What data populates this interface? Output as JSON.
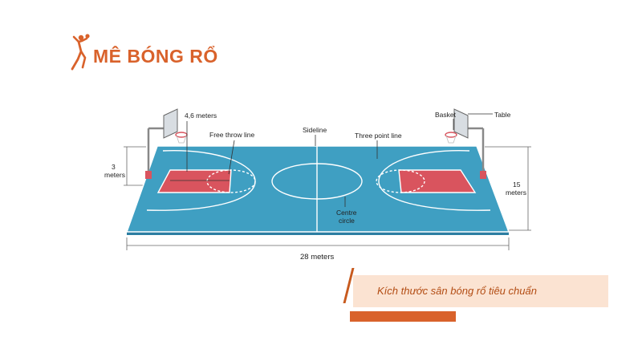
{
  "brand": {
    "name": "MÊ BÓNG RỔ",
    "icon": "basketball-player-icon",
    "color": "#d9622b"
  },
  "diagram": {
    "labels": {
      "free_throw_width": "4,6 meters",
      "free_throw_line": "Free throw line",
      "sideline": "Sideline",
      "three_point_line": "Three point line",
      "basket": "Basket",
      "table": "Table",
      "key_depth_num": "3",
      "key_depth_unit": "meters",
      "court_width_num": "15",
      "court_width_unit": "meters",
      "centre_circle_1": "Centre",
      "centre_circle_2": "circle",
      "court_length": "28 meters"
    },
    "colors": {
      "court": "#3f9fc2",
      "court_edge": "#2c7ea2",
      "key": "#d9545e",
      "lines": "#ffffff"
    }
  },
  "caption": {
    "text": "Kích thước sân bóng rổ tiêu chuẩn",
    "bg_color": "#fbe3d2",
    "accent_color": "#d9622b"
  }
}
